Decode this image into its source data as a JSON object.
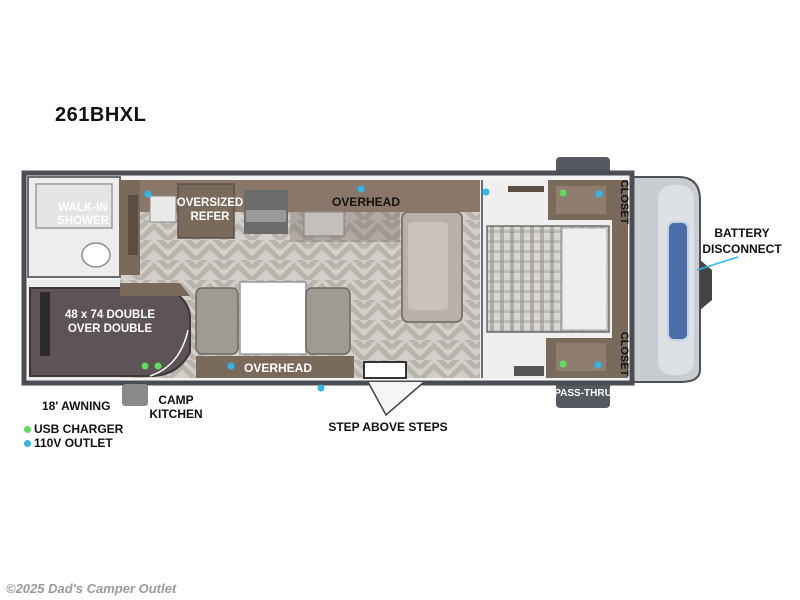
{
  "model": "261BHXL",
  "labels": {
    "walk_in_shower_1": "WALK-IN",
    "walk_in_shower_2": "SHOWER",
    "oversized_refer_1": "OVERSIZED",
    "oversized_refer_2": "REFER",
    "overhead_top": "OVERHEAD",
    "overhead_bottom": "OVERHEAD",
    "bunk_1": "48 x 74 DOUBLE",
    "bunk_2": "OVER DOUBLE",
    "closet_top": "CLOSET",
    "closet_bottom": "CLOSET",
    "battery_1": "BATTERY",
    "battery_2": "DISCONNECT",
    "awning": "18' AWNING",
    "camp_kitchen_1": "CAMP",
    "camp_kitchen_2": "KITCHEN",
    "step": "STEP ABOVE STEPS",
    "pass_thru": "PASS-THRU"
  },
  "legend": [
    {
      "label": "USB CHARGER",
      "color": "#5ddc5d"
    },
    {
      "label": "110V OUTLET",
      "color": "#2fb7ea"
    }
  ],
  "watermark": "©2025 Dad's Camper Outlet"
}
